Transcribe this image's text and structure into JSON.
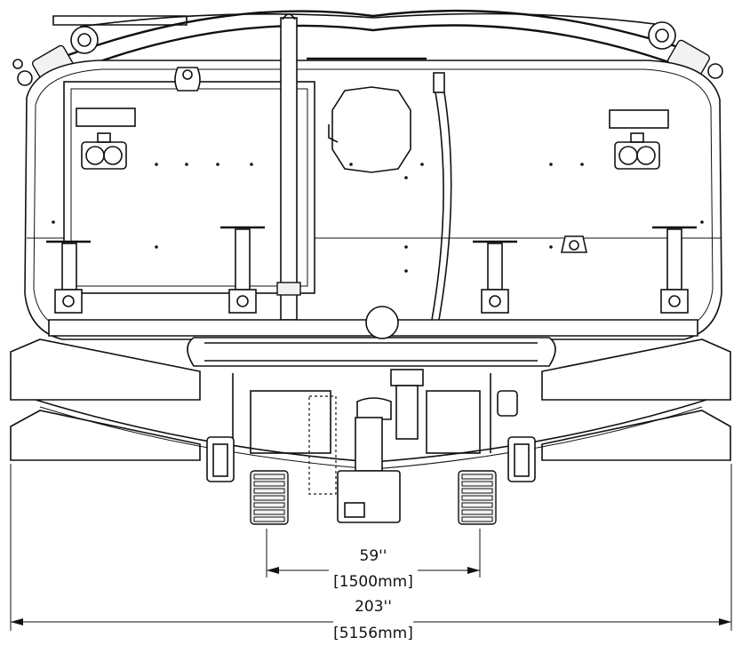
{
  "dimensions": {
    "track_gauge": {
      "imperial": "59''",
      "metric": "[1500mm]"
    },
    "overall_width": {
      "imperial": "203''",
      "metric": "[5156mm]"
    }
  },
  "colors": {
    "line": "#111111",
    "background": "#ffffff"
  }
}
